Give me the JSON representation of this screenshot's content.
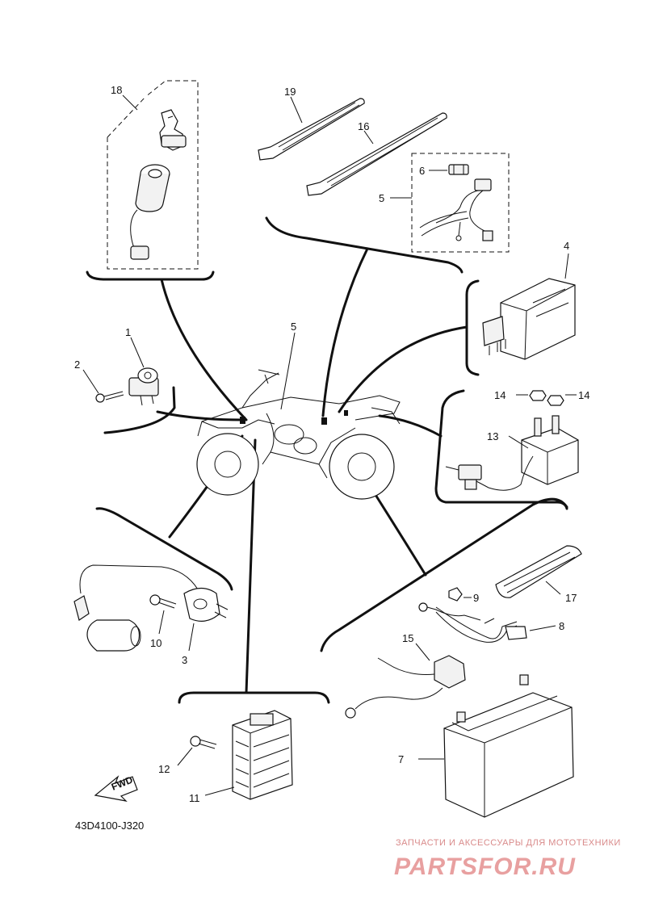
{
  "callouts": {
    "c1": "1",
    "c2": "2",
    "c3": "3",
    "c4": "4",
    "c5a": "5",
    "c5b": "5",
    "c6": "6",
    "c7": "7",
    "c8": "8",
    "c9": "9",
    "c10": "10",
    "c11": "11",
    "c12": "12",
    "c13": "13",
    "c14a": "14",
    "c14b": "14",
    "c15": "15",
    "c16": "16",
    "c17": "17",
    "c18": "18",
    "c19": "19"
  },
  "fwd_label": "FWD",
  "diagram_code": "43D4100-J320",
  "watermark": {
    "tagline": "ЗАПЧАСТИ И АКСЕССУАРЫ ДЛЯ МОТОТЕХНИКИ",
    "brand": "PARTSFOR.RU"
  }
}
